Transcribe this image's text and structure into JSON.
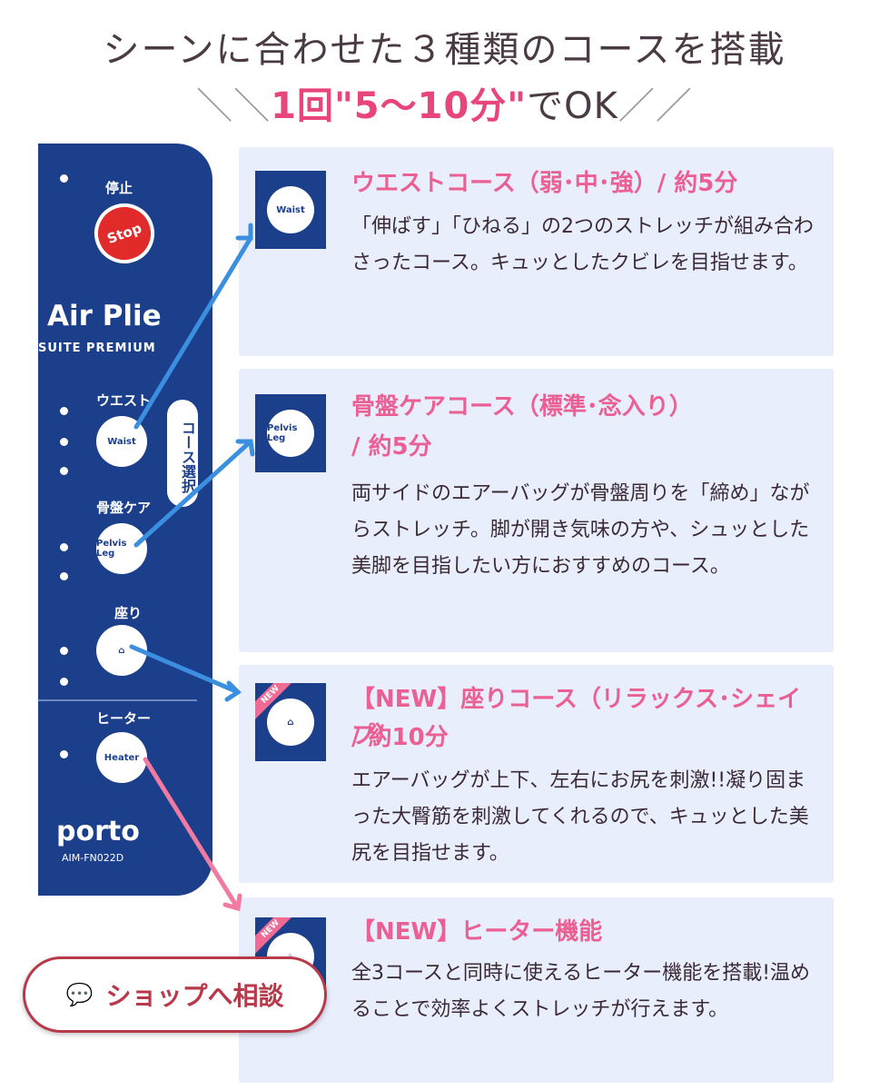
{
  "header": {
    "title": "シーンに合わせた３種類のコースを搭載",
    "subtitle_prefix": "＼＼",
    "subtitle_highlight": "1回\"5～10分\"",
    "subtitle_suffix": "でOK",
    "subtitle_end": "／／"
  },
  "remote": {
    "stop_label": "停止",
    "stop_button": "Stop",
    "brand": "Air Plie",
    "brand_sub": "SUITE PREMIUM",
    "waist_label": "ウエスト",
    "waist_button": "Waist",
    "pelvis_label": "骨盤ケア",
    "pelvis_button": "Pelvis Leg",
    "course_select": "コース選択",
    "seat_label": "座り",
    "heater_label": "ヒーター",
    "heater_button": "Heater",
    "logo": "porto",
    "model": "AIM-FN022D"
  },
  "courses": [
    {
      "heading": "ウエストコース（弱･中･強）/ 約5分",
      "body": "「伸ばす」「ひねる」の2つのストレッチが組み合わさったコース。キュッとしたクビレを目指せます。",
      "icon_text": "Waist"
    },
    {
      "heading": "骨盤ケアコース（標準･念入り）",
      "heading2": "/ 約5分",
      "body": "両サイドのエアーバッグが骨盤周りを「締め」ながらストレッチ。脚が開き気味の方や、シュッとした美脚を目指したい方におすすめのコース。",
      "icon_text": "Pelvis Leg"
    },
    {
      "heading": "【NEW】座りコース（リラックス･シェイプ）",
      "heading2": "/ 約10分",
      "body": "エアーバッグが上下、左右にお尻を刺激!!凝り固まった大臀筋を刺激してくれるので、キュッとした美尻を目指せます。",
      "ribbon": "NEW"
    },
    {
      "heading": "【NEW】ヒーター機能",
      "body": "全3コースと同時に使えるヒーター機能を搭載!温めることで効率よくストレッチが行えます。",
      "ribbon": "NEW"
    }
  ],
  "shop_button": "ショップへ相談",
  "colors": {
    "accent_pink": "#ec5f93",
    "remote_blue": "#1c3f8c",
    "card_bg": "#e8eefc",
    "arrow_blue": "#3a8fe0",
    "arrow_pink": "#f07aa0",
    "shop_red": "#b83a4a"
  }
}
